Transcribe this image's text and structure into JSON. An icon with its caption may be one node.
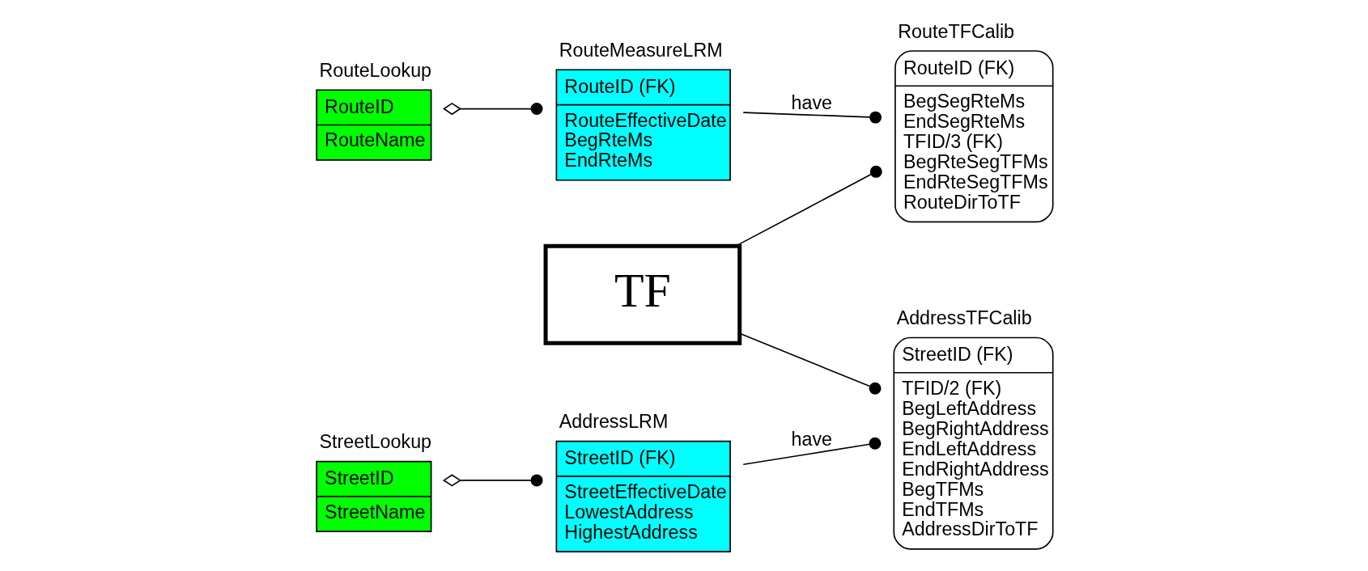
{
  "diagram": {
    "nodes": [
      {
        "text": [
          "RouteMeasureLRM",
          "RouteID (FK)",
          "RouteEffectiveDate",
          "BegRteMs",
          "EndRteMs"
        ]
      },
      {
        "text": [
          "RouteTFCalib",
          "RouteID (FK)",
          "BegSegRteMs",
          "EndSegRteMs",
          "TFID/3 (FK)",
          "BegRteSegTFMs",
          "EndRteSegTFMs",
          "RouteDirToTF"
        ]
      },
      {
        "text": [
          "TF"
        ]
      },
      {
        "text": [
          "AddressTFCalib",
          "StreetID (FK)",
          "TFID/2 (FK)",
          "BegLeftAddress",
          "BegRightAddress",
          "EndLeftAddress",
          "EndRightAddress",
          "BegTFMs",
          "EndTFMs",
          "AddressDirToTF"
        ]
      },
      {
        "text": [
          "RouteLookup",
          "RouteID",
          "RouteName"
        ]
      },
      {
        "text": [
          "StreetLookup",
          "StreetID",
          "StreetName"
        ]
      },
      {
        "text": [
          "AddressLRM",
          "StreetID (FK)",
          "StreetEffectiveDate",
          "LowestAddress",
          "HighestAddress"
        ]
      }
    ],
    "edges": [
      {
        "from": 0,
        "to": 1,
        "arrow": "other",
        "label": "have"
      },
      {
        "from": 4,
        "to": 0,
        "arrow": "other"
      },
      {
        "from": 2,
        "to": 1,
        "arrow": "other"
      },
      {
        "from": 2,
        "to": 3,
        "arrow": "other"
      },
      {
        "from": 6,
        "to": 3,
        "arrow": "other",
        "label": "have"
      },
      {
        "from": 5,
        "to": 6,
        "arrow": "other"
      }
    ]
  }
}
